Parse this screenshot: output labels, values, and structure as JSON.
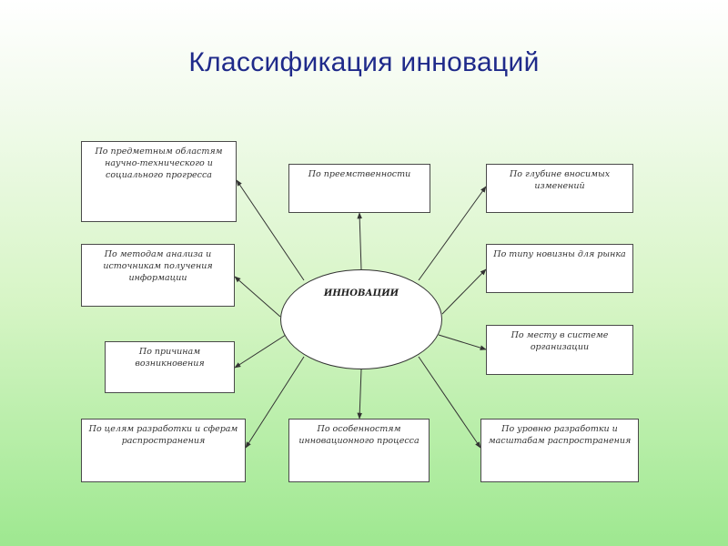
{
  "title": "Классификация инноваций",
  "center": "ИННОВАЦИИ",
  "boxes": [
    "По предметным областям научно-технического и социального прогресса",
    "По преемственности",
    "По глубине вносимых изменений",
    "По методам анализа и источникам получения информации",
    "По типу новизны для рынка",
    "По причинам возникновения",
    "По месту в системе организации",
    "По целям разработки и сферам распространения",
    "По особенностям инновационного процесса",
    "По уровню разработки и масштабам распространения"
  ]
}
